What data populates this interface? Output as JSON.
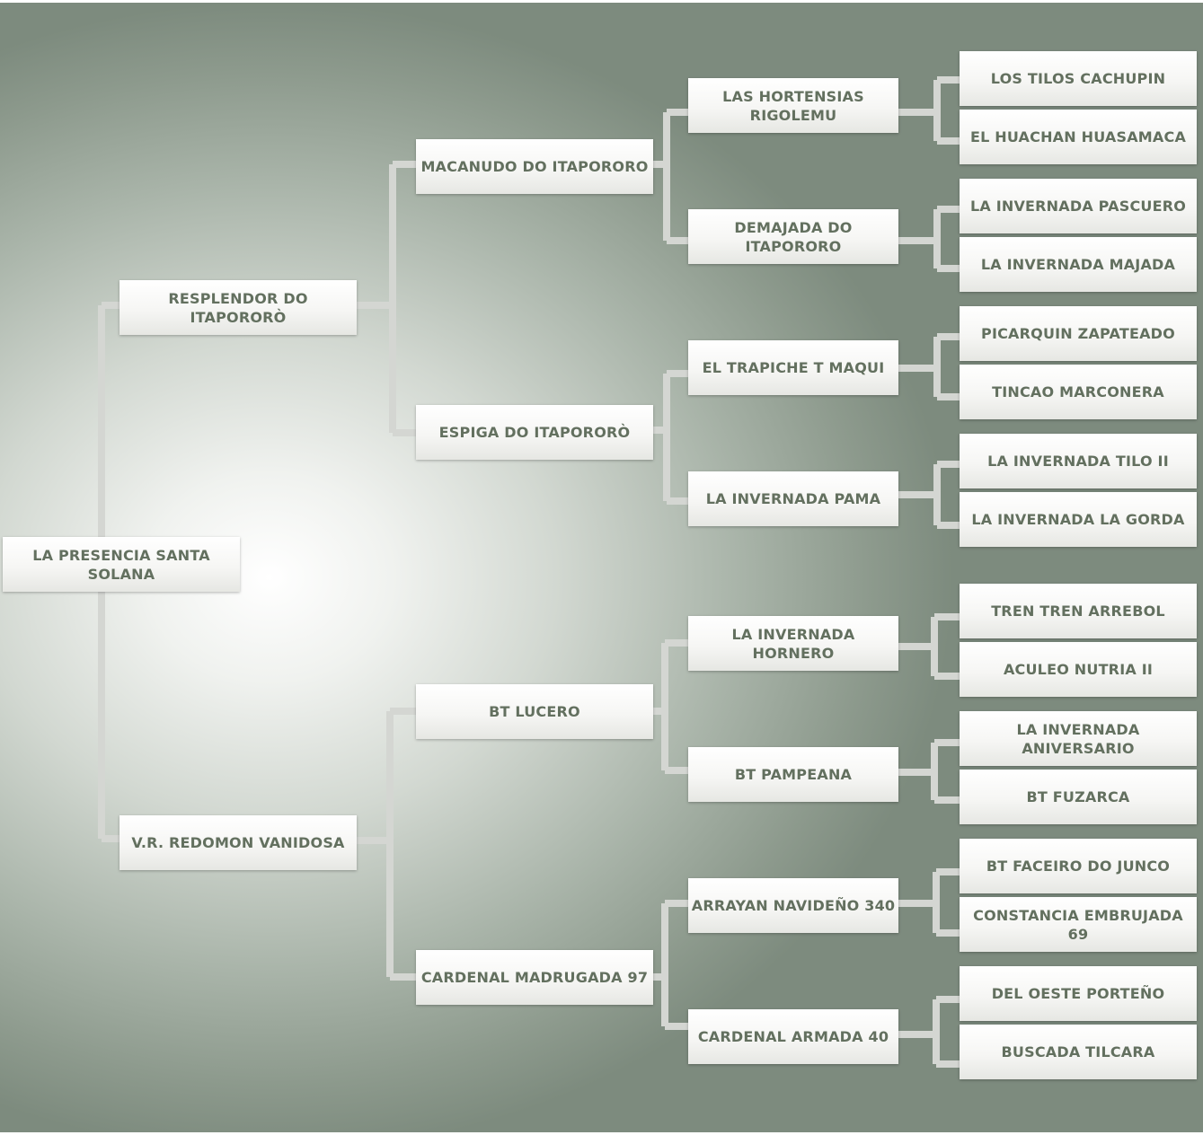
{
  "pedigree": {
    "subject": "LA PRESENCIA SANTA SOLANA",
    "parents": [
      "RESPLENDOR DO ITAPORORÒ",
      "V.R. REDOMON VANIDOSA"
    ],
    "grandparents": [
      "MACANUDO DO ITAPORORO",
      "ESPIGA DO ITAPORORÒ",
      "BT LUCERO",
      "CARDENAL MADRUGADA 97"
    ],
    "great_grandparents": [
      "LAS HORTENSIAS\nRIGOLEMU",
      "DEMAJADA DO ITAPORORO",
      "EL TRAPICHE T MAQUI",
      "LA INVERNADA PAMA",
      "LA INVERNADA HORNERO",
      "BT PAMPEANA",
      "ARRAYAN NAVIDEÑO 340",
      "CARDENAL ARMADA 40"
    ],
    "great_great_grandparents": [
      "LOS TILOS CACHUPIN",
      "EL HUACHAN HUASAMACA",
      "LA INVERNADA PASCUERO",
      "LA INVERNADA MAJADA",
      "PICARQUIN ZAPATEADO",
      "TINCAO MARCONERA",
      "LA INVERNADA TILO II",
      "LA INVERNADA LA GORDA",
      "TREN TREN ARREBOL",
      "ACULEO NUTRIA II",
      "LA INVERNADA ANIVERSARIO",
      "BT FUZARCA",
      "BT FACEIRO DO JUNCO",
      "CONSTANCIA EMBRUJADA 69",
      "DEL OESTE PORTEÑO",
      "BUSCADA TILCARA"
    ]
  }
}
